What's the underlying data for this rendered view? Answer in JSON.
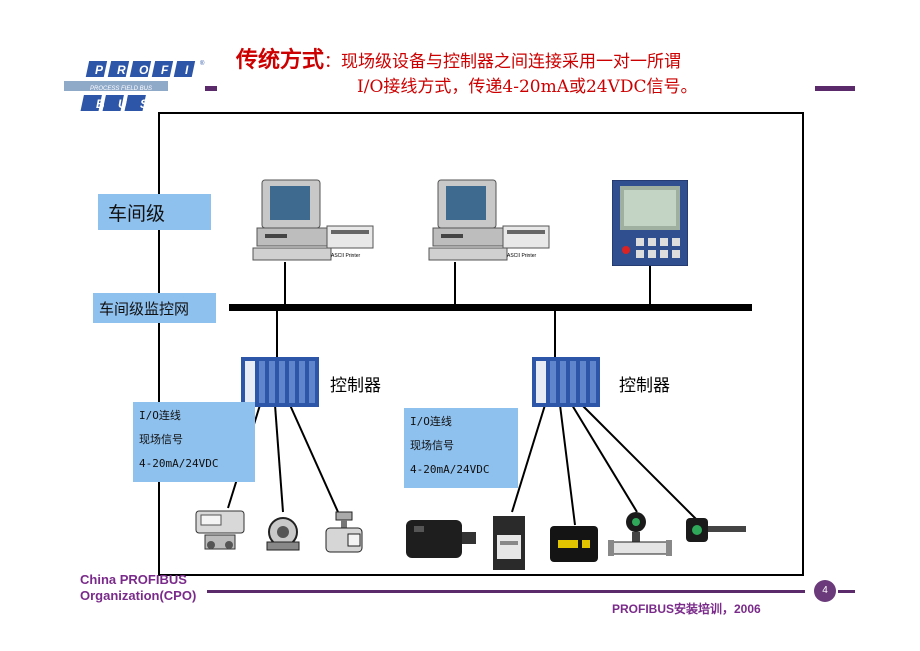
{
  "header": {
    "title_lead": "传统方式",
    "title_colon": "：",
    "title_line1": "现场级设备与控制器之间连接采用一对一所谓",
    "title_line2": "I/O接线方式，传递4-20mA或24VDC信号。"
  },
  "logo": {
    "top_letters": [
      "P",
      "R",
      "O",
      "F",
      "I"
    ],
    "middle_text": "PROCESS FIELD BUS",
    "bottom_letters": [
      "B",
      "U",
      "S"
    ],
    "registered": "®"
  },
  "diagram": {
    "level_label": "车间级",
    "network_label": "车间级监控网",
    "printer_label": "ASCII Printer",
    "controller_label": "控制器",
    "io_box": [
      "I/O连线",
      "现场信号",
      "4-20mA/24VDC"
    ]
  },
  "footer": {
    "org_line1": "China PROFIBUS",
    "org_line2": "Organization(CPO)",
    "course": "PROFIBUS安装培训，2006",
    "page_number": "4"
  },
  "colors": {
    "title": "#cc0000",
    "label_fill": "#8fc1ee",
    "accent_bar": "#5a2a6a",
    "footer_text": "#7a2a8a"
  }
}
